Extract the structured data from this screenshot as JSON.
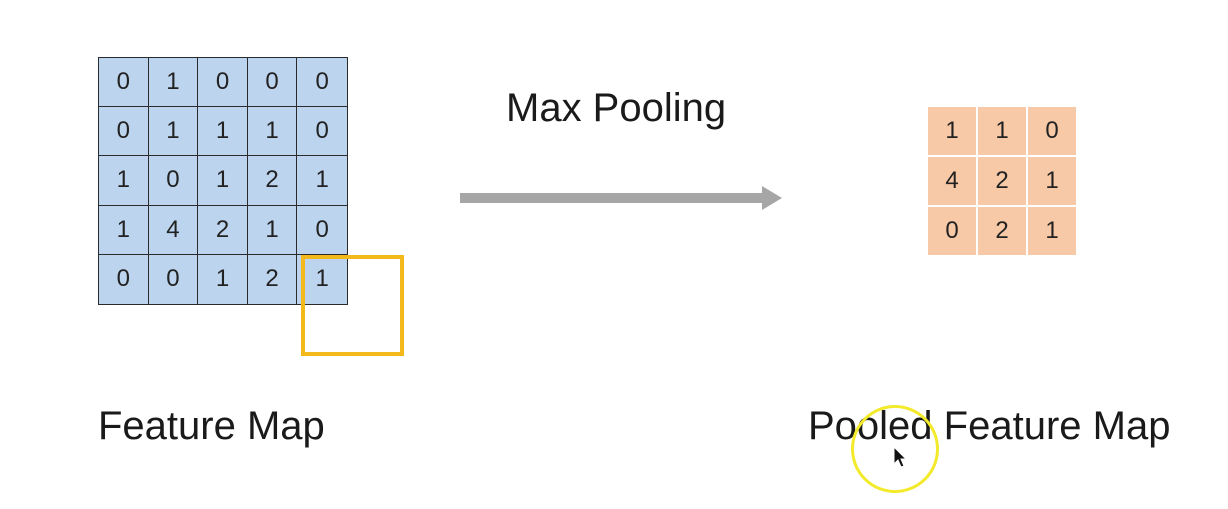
{
  "operation_label": "Max Pooling",
  "feature_map": {
    "caption": "Feature Map",
    "rows": [
      [
        "0",
        "1",
        "0",
        "0",
        "0"
      ],
      [
        "0",
        "1",
        "1",
        "1",
        "0"
      ],
      [
        "1",
        "0",
        "1",
        "2",
        "1"
      ],
      [
        "1",
        "4",
        "2",
        "1",
        "0"
      ],
      [
        "0",
        "0",
        "1",
        "2",
        "1"
      ]
    ]
  },
  "pooled_map": {
    "caption": "Pooled Feature Map",
    "rows": [
      [
        "1",
        "1",
        "0"
      ],
      [
        "4",
        "2",
        "1"
      ],
      [
        "0",
        "2",
        "1"
      ]
    ]
  },
  "colors": {
    "feature_cell": "#bcd4ee",
    "pooled_cell": "#f8c9a6",
    "window_highlight": "#f3b81c",
    "arrow": "#a6a6a6",
    "cursor_ring": "#f2ea2a"
  },
  "icons": {
    "arrow": "right-arrow-icon",
    "cursor": "mouse-pointer-icon"
  }
}
